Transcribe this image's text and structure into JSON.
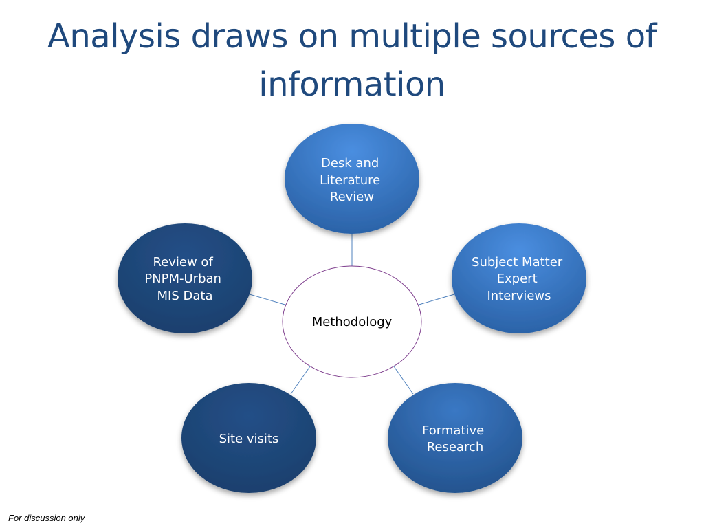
{
  "slide": {
    "title_lines": [
      "Analysis draws on multiple sources of",
      "information"
    ],
    "footer": "For discussion only"
  },
  "diagram": {
    "hub": {
      "label": "Methodology"
    },
    "nodes": [
      {
        "label_lines": [
          "Desk and",
          "Literature",
          "Review"
        ]
      },
      {
        "label_lines": [
          "Subject Matter",
          "Expert",
          "Interviews"
        ]
      },
      {
        "label_lines": [
          "Formative",
          "Research"
        ]
      },
      {
        "label_lines": [
          "Site visits"
        ]
      },
      {
        "label_lines": [
          "Review of",
          "PNPM-Urban",
          "MIS Data"
        ]
      }
    ]
  },
  "colors": {
    "title": "#1f497d",
    "hub_border": "#7d3c8c",
    "connector": "#4f81bd",
    "node_light": "#3f7fcf",
    "node_mid": "#2f6db4",
    "node_dark": "#1f4a80"
  }
}
